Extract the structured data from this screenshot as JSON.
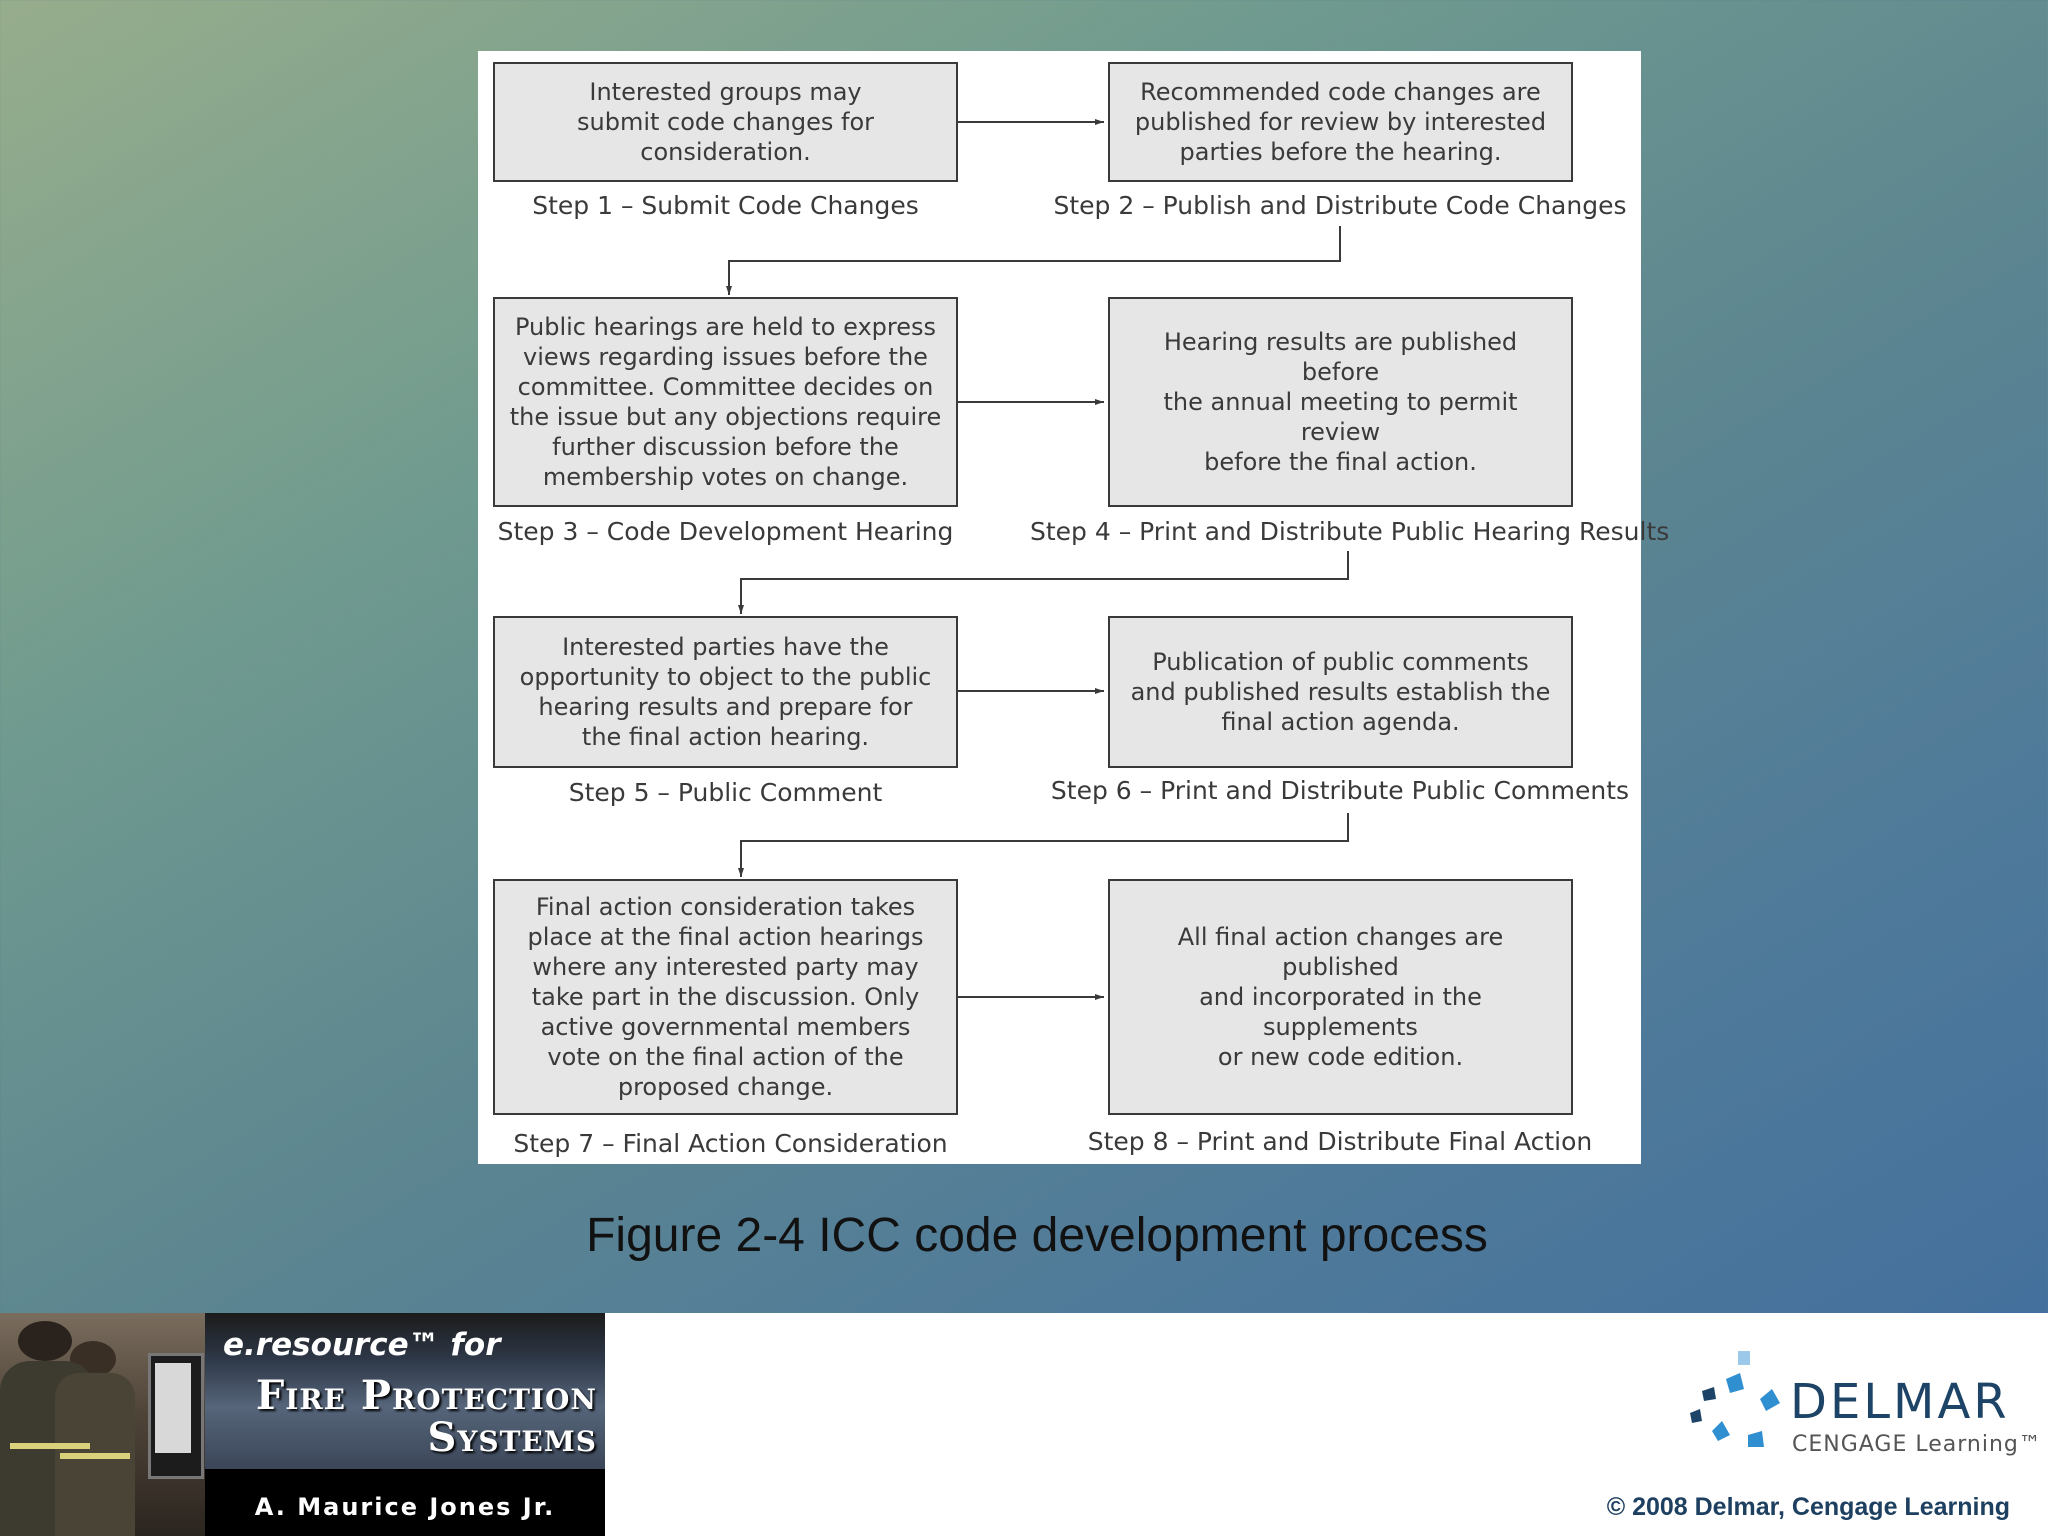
{
  "steps": [
    {
      "box": "Interested groups may\nsubmit code changes for\nconsideration.",
      "label": "Step 1 – Submit Code Changes"
    },
    {
      "box": "Recommended code changes are\npublished for review by interested\nparties before the hearing.",
      "label": "Step 2 – Publish and Distribute Code Changes"
    },
    {
      "box": "Public hearings are held to express\nviews regarding issues before the\ncommittee. Committee decides on\nthe issue but any objections require\nfurther discussion before the\nmembership votes on change.",
      "label": "Step 3 – Code Development Hearing"
    },
    {
      "box": "Hearing results are published before\nthe annual meeting to permit review\nbefore the final action.",
      "label": "Step 4 – Print and Distribute Public Hearing Results"
    },
    {
      "box": "Interested parties have the\nopportunity to object to the public\nhearing results and prepare for\nthe final action hearing.",
      "label": "Step 5 – Public Comment"
    },
    {
      "box": "Publication of public comments\nand published results establish the\nfinal action agenda.",
      "label": "Step 6 – Print and Distribute Public Comments"
    },
    {
      "box": "Final action consideration takes\nplace at the final action hearings\nwhere any interested party may\ntake part in the discussion. Only\nactive governmental members\nvote on the final action of the\nproposed change.",
      "label": "Step 7 – Final Action Consideration"
    },
    {
      "box": "All final action changes are published\nand incorporated in the supplements\nor new code edition.",
      "label": "Step 8 – Print and Distribute Final Action"
    }
  ],
  "caption": "Figure 2-4 ICC code development process",
  "footer": {
    "book_series": "e.resource™ for",
    "book_title_line1": "Fire Protection",
    "book_title_line2": "Systems",
    "book_author": "A. Maurice Jones Jr.",
    "publisher_name": "DELMAR",
    "publisher_sub": "CENGAGE Learning™",
    "copyright": "© 2008 Delmar, Cengage Learning"
  },
  "colors": {
    "box_fill": "#e7e6e6",
    "box_border": "#3a3a3a",
    "logo_blue": "#2f8fd0",
    "logo_dark": "#1d4466"
  }
}
